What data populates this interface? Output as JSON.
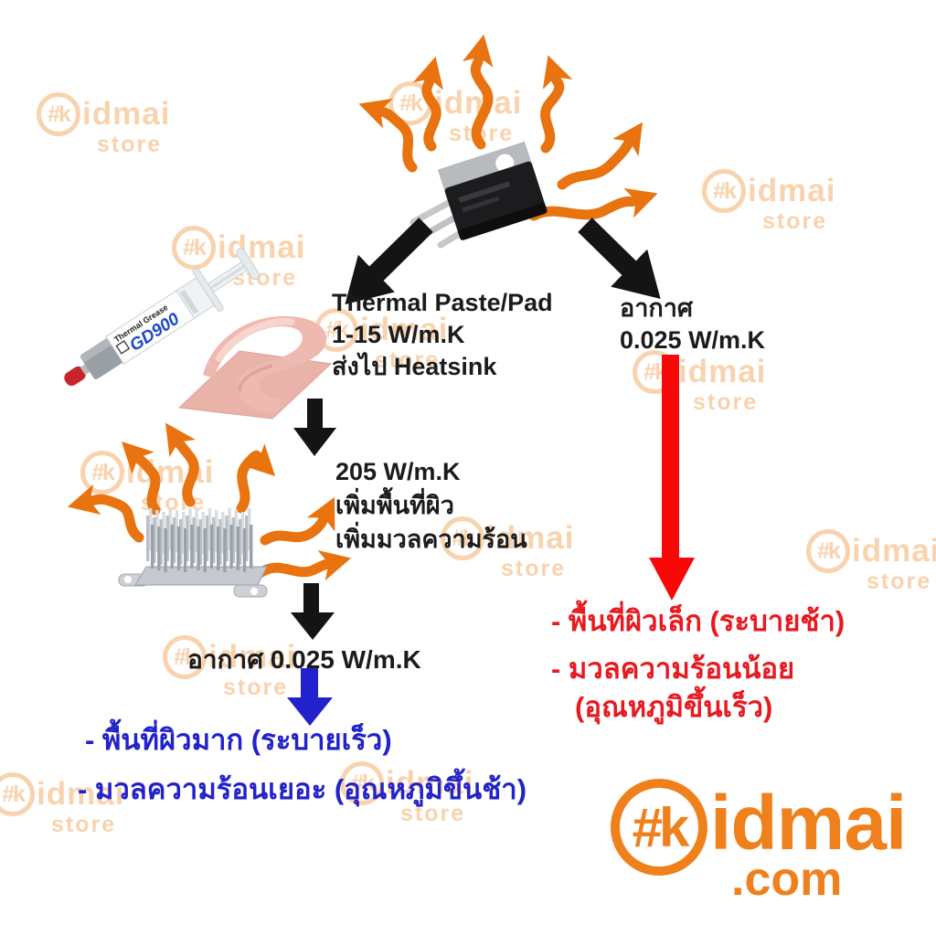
{
  "colors": {
    "heat_arrow_orange": "#e8730f",
    "flow_arrow_black": "#141414",
    "flow_arrow_red": "#fa0808",
    "flow_arrow_blue": "#2222cc",
    "watermark_peach": "#f8d3ae",
    "logo_orange": "#f0801c",
    "text_black": "#1b1b1b",
    "text_red": "#e8191f",
    "syringe_model_blue": "#1d49c8"
  },
  "flow": {
    "paste_node": {
      "line1": "Thermal Paste/Pad",
      "line2": "1-15 W/m.K",
      "line3": "ส่งไป Heatsink"
    },
    "air_right_node": {
      "line1": "อากาศ",
      "line2": "0.025 W/m.K"
    },
    "heatsink_node": {
      "line1": "205 W/m.K",
      "line2": "เพิ่มพื้นที่ผิว",
      "line3": "เพิ่มมวลความร้อน"
    },
    "air_bottom_node": {
      "line1": "อากาศ 0.025 W/m.K"
    },
    "result_heatsink_blue": {
      "line1": "- พื้นที่ผิวมาก (ระบายเร็ว)",
      "line2": "- มวลความร้อนเยอะ (อุณหภูมิขึ้นช้า)"
    },
    "result_air_red": {
      "line1": "- พื้นที่ผิวเล็ก (ระบายช้า)",
      "line2": "- มวลความร้อนน้อย",
      "line3": "(อุณหภูมิขึ้นเร็ว)"
    }
  },
  "illustrations": {
    "transistor": "to220-power-transistor",
    "syringe": "thermal-grease-syringe",
    "syringe_label": {
      "brand": "Thermal Grease",
      "model": "GD900"
    },
    "thermal_pad": "pink-thermal-pad-folded",
    "heatsink": "aluminum-pin-fin-heatsink"
  },
  "brand": {
    "watermark": {
      "prefix": "#k",
      "name": "idmai",
      "sub": "store"
    },
    "logo": {
      "prefix": "#k",
      "name": "idmai",
      "domain": ".com"
    }
  }
}
